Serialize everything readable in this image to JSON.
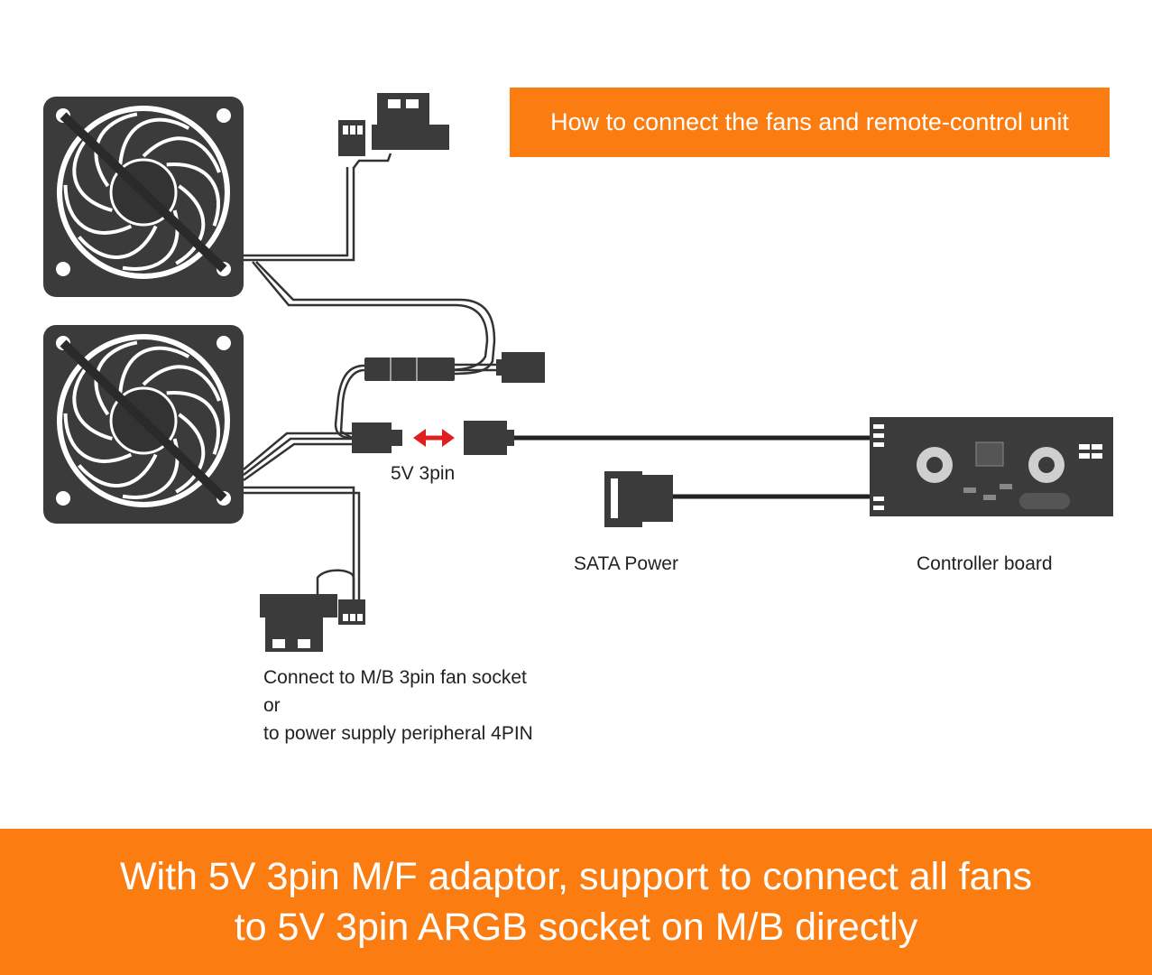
{
  "header": {
    "title": "How to connect the fans and remote-control unit"
  },
  "labels": {
    "adaptor": "5V 3pin",
    "sata": "SATA Power",
    "controller": "Controller board",
    "mb_line1": "Connect to M/B 3pin fan socket",
    "mb_line2": "or",
    "mb_line3": "to power supply peripheral 4PIN"
  },
  "footer": {
    "line1": "With 5V 3pin M/F adaptor, support to connect all fans",
    "line2": "to 5V 3pin ARGB socket on M/B directly"
  },
  "colors": {
    "accent": "#fb7d11",
    "arrow": "#e02020",
    "device": "#3b3b3b"
  }
}
